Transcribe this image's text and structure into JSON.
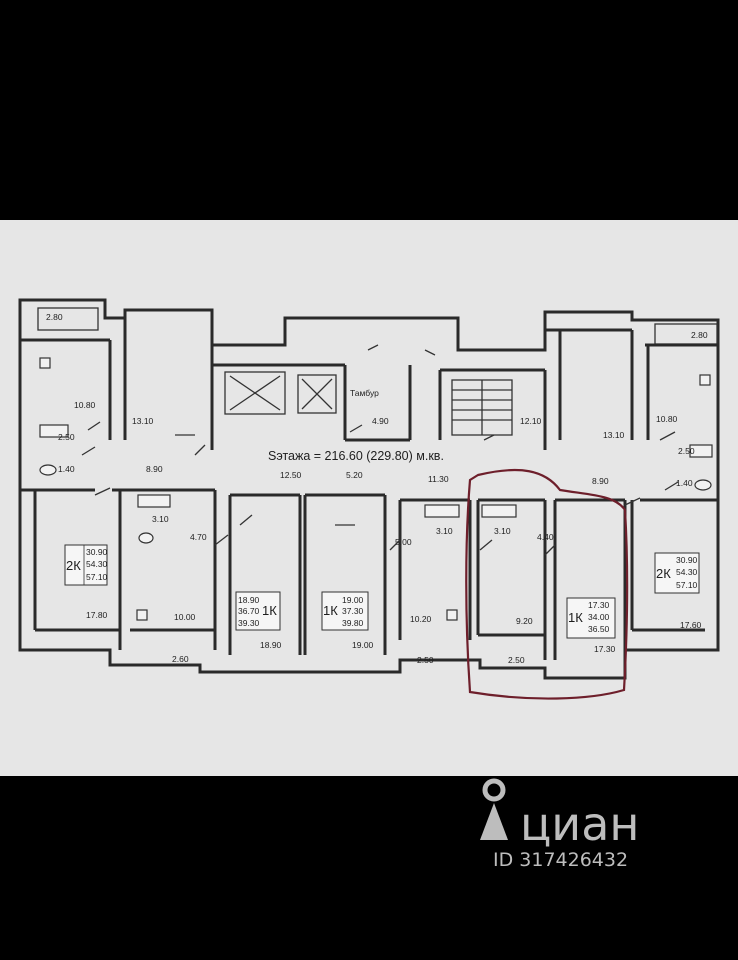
{
  "plan": {
    "floor_area": "Sэтажа = 216.60 (229.80) м.кв.",
    "vestibule_label": "Тамбур",
    "room_areas": {
      "balcony_tl": "2.80",
      "balcony_tr": "2.80",
      "kitchen_l": "10.80",
      "kitchen_r": "10.80",
      "bath_l": "2.50",
      "bath_r": "2.50",
      "wc_l": "1.40",
      "wc_r": "1.40",
      "room_top_l": "13.10",
      "room_top_r": "13.10",
      "hall_l": "8.90",
      "hall_r": "8.90",
      "vestibule": "4.90",
      "stair": "12.10",
      "corr_1": "12.50",
      "corr_2": "5.20",
      "corr_3": "11.30",
      "room_l": "17.80",
      "room_r": "17.60",
      "bath_a": "3.10",
      "hall_a": "4.70",
      "kitchen_a": "10.00",
      "balcony_a": "2.60",
      "room_b": "18.90",
      "room_c": "19.00",
      "hall_d": "5.00",
      "bath_d": "3.10",
      "kitchen_d": "10.20",
      "balcony_d": "2.50",
      "bath_e": "3.10",
      "hall_e": "4.40",
      "kitchen_e": "9.20",
      "balcony_e": "2.50",
      "room_e": "17.30"
    },
    "apartments": [
      {
        "type": "2К",
        "values": [
          "30.90",
          "54.30",
          "57.10"
        ]
      },
      {
        "type": "1К",
        "values": [
          "18.90",
          "36.70",
          "39.30"
        ]
      },
      {
        "type": "1К",
        "values": [
          "19.00",
          "37.30",
          "39.80"
        ]
      },
      {
        "type": "1К",
        "values": [
          "17.30",
          "34.00",
          "36.50"
        ]
      },
      {
        "type": "2К",
        "values": [
          "30.90",
          "54.30",
          "57.10"
        ]
      }
    ]
  },
  "watermark": {
    "brand": "циан",
    "id": "ID 317426432",
    "icon": "location-pin-icon"
  }
}
